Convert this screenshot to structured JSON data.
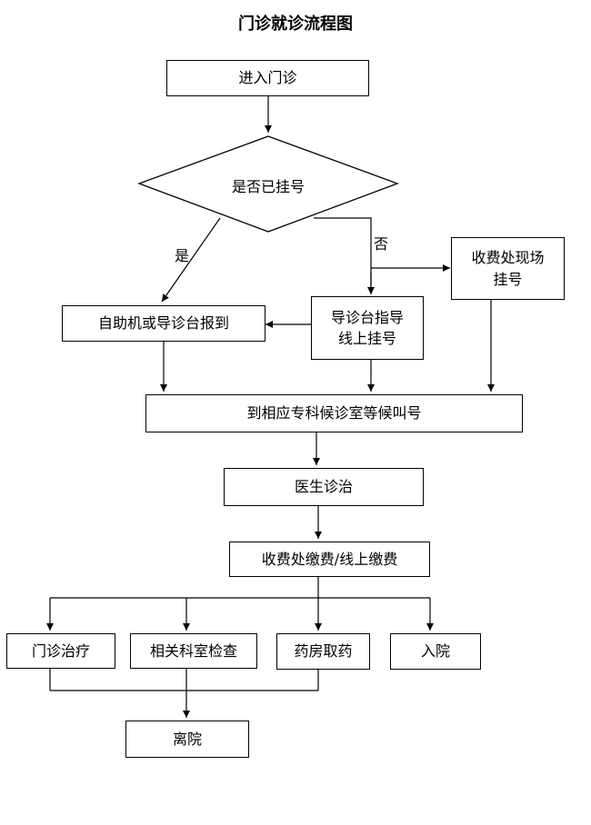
{
  "title": "门诊就诊流程图",
  "nodes": {
    "enter": "进入门诊",
    "decision": "是否已挂号",
    "self_checkin": "自助机或导诊台报到",
    "guide_line1": "导诊台指导",
    "guide_line2": "线上挂号",
    "cashier_line1": "收费处现场",
    "cashier_line2": "挂号",
    "wait": "到相应专科候诊室等候叫号",
    "doctor": "医生诊治",
    "payment": "收费处缴费/线上缴费",
    "treatment": "门诊治疗",
    "exam": "相关科室检查",
    "pharmacy": "药房取药",
    "admit": "入院",
    "leave": "离院"
  },
  "edge_labels": {
    "yes": "是",
    "no": "否"
  }
}
